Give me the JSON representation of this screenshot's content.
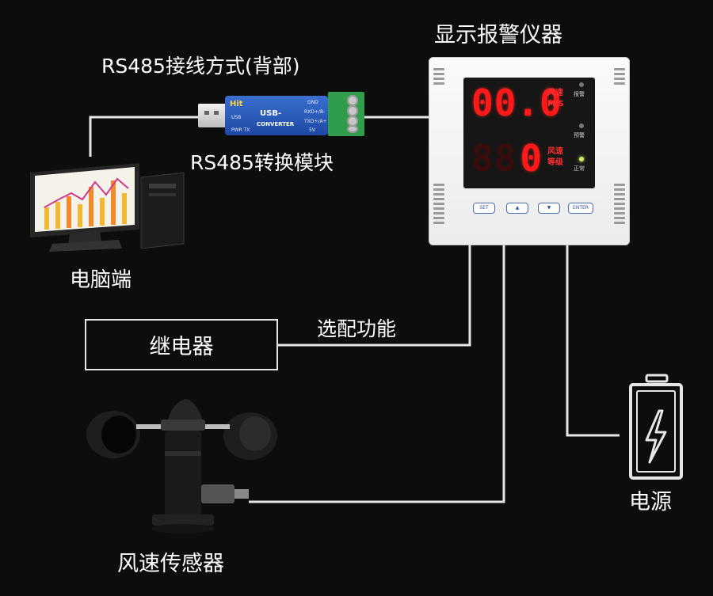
{
  "labels": {
    "main_device": "显示报警仪器",
    "wiring": "RS485接线方式(背部)",
    "module": "RS485转换模块",
    "computer": "电脑端",
    "optional": "选配功能",
    "relay": "继电器",
    "sensor": "风速传感器",
    "power": "电源"
  },
  "display": {
    "top_value": "00.0",
    "top_unit_line1": "风速",
    "top_unit_line2": "M/S",
    "bottom_value": "0",
    "bottom_unit_line1": "风速",
    "bottom_unit_line2": "等级",
    "indicators": [
      "报警",
      "预警",
      "正常"
    ],
    "buttons": [
      "SET",
      "▲",
      "▼",
      "ENTER"
    ]
  },
  "converter": {
    "brand": "Hit",
    "usb_label": "USB",
    "model_line1": "USB-",
    "model_line2": "CONVERTER",
    "pin_labels": [
      "GND",
      "RXD+/B-",
      "TXD+/A+",
      "5V"
    ],
    "led_labels": "PWR TX"
  },
  "colors": {
    "background": "#0d0d0d",
    "line": "#e6e6e6",
    "segment_red": "#ff1a1a",
    "device_white": "#f4f4f4",
    "converter_blue": "#2a5cc0",
    "terminal_green": "#2f9d4a"
  }
}
